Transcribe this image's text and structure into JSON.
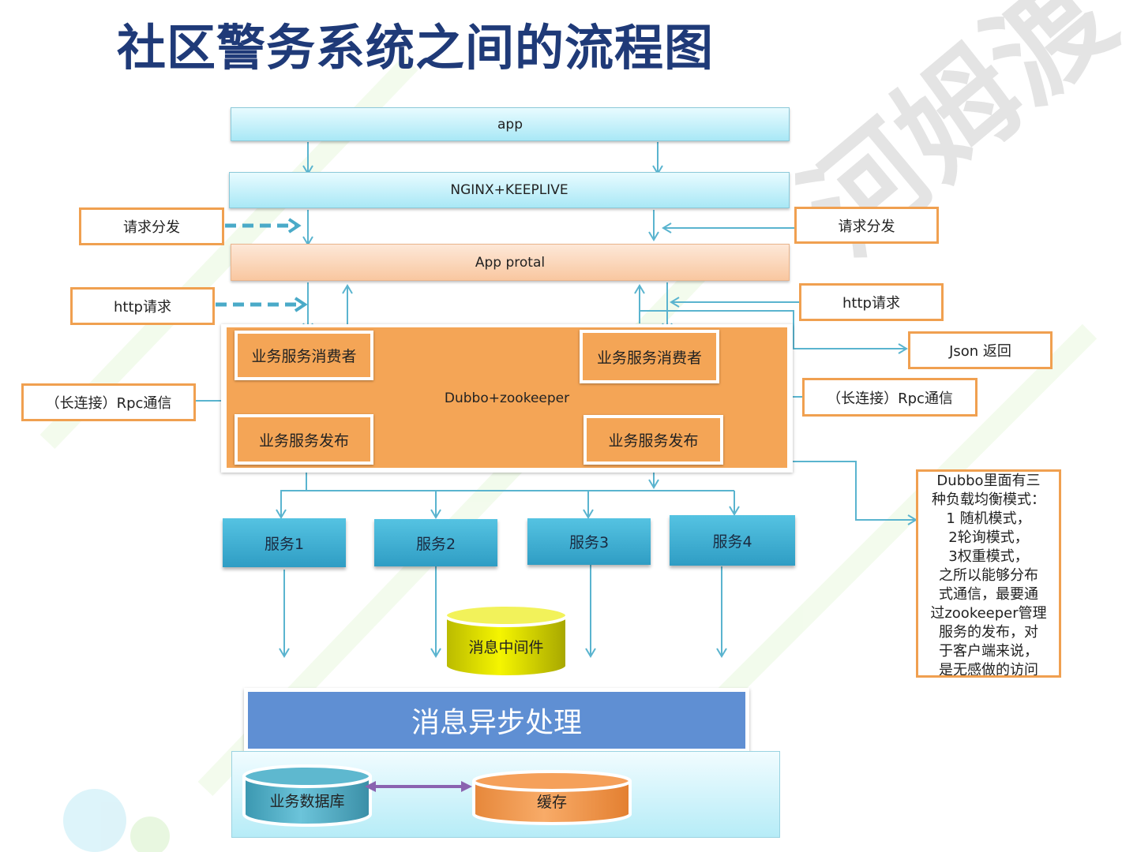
{
  "title": "社区警务系统之间的流程图",
  "watermark": {
    "text": "河姆渡",
    "color": "#cfcfcf"
  },
  "colors": {
    "arrow": "#5ab4cf",
    "dashed_arrow": "#4aaac8",
    "label_border": "#f0a050",
    "dubbo_fill": "#f4a556",
    "service_fill": "#3aaed3",
    "banner_fill": "#5f8fd3",
    "mq_fill": "#e8e800",
    "db_fill": "#4fb0c9",
    "cache_fill": "#f39a4c",
    "bidirectional_arrow": "#8a63b0"
  },
  "layers": {
    "app": "app",
    "nginx": "NGINX+KEEPLIVE",
    "portal": "App protal",
    "dubbo": "Dubbo+zookeeper"
  },
  "dubbo_boxes": {
    "left_consumer": "业务服务消费者",
    "right_consumer": "业务服务消费者",
    "left_publish": "业务服务发布",
    "right_publish": "业务服务发布"
  },
  "side_labels": {
    "dispatch_left": "请求分发",
    "dispatch_right": "请求分发",
    "http_left": "http请求",
    "http_right": "http请求",
    "json_return": "Json 返回",
    "rpc_left": "（长连接）Rpc通信",
    "rpc_right": "（长连接）Rpc通信"
  },
  "services": [
    "服务1",
    "服务2",
    "服务3",
    "服务4"
  ],
  "message_middleware": "消息中间件",
  "async_banner": "消息异步处理",
  "storage": {
    "database": "业务数据库",
    "cache": "缓存"
  },
  "note_lines": [
    "Dubbo里面有三",
    "种负载均衡模式：",
    "1 随机模式，",
    "2轮询模式，",
    "3权重模式，",
    "之所以能够分布",
    "式通信，最要通",
    "过zookeeper管理",
    "服务的发布，对",
    "于客户端来说，",
    "是无感做的访问"
  ]
}
